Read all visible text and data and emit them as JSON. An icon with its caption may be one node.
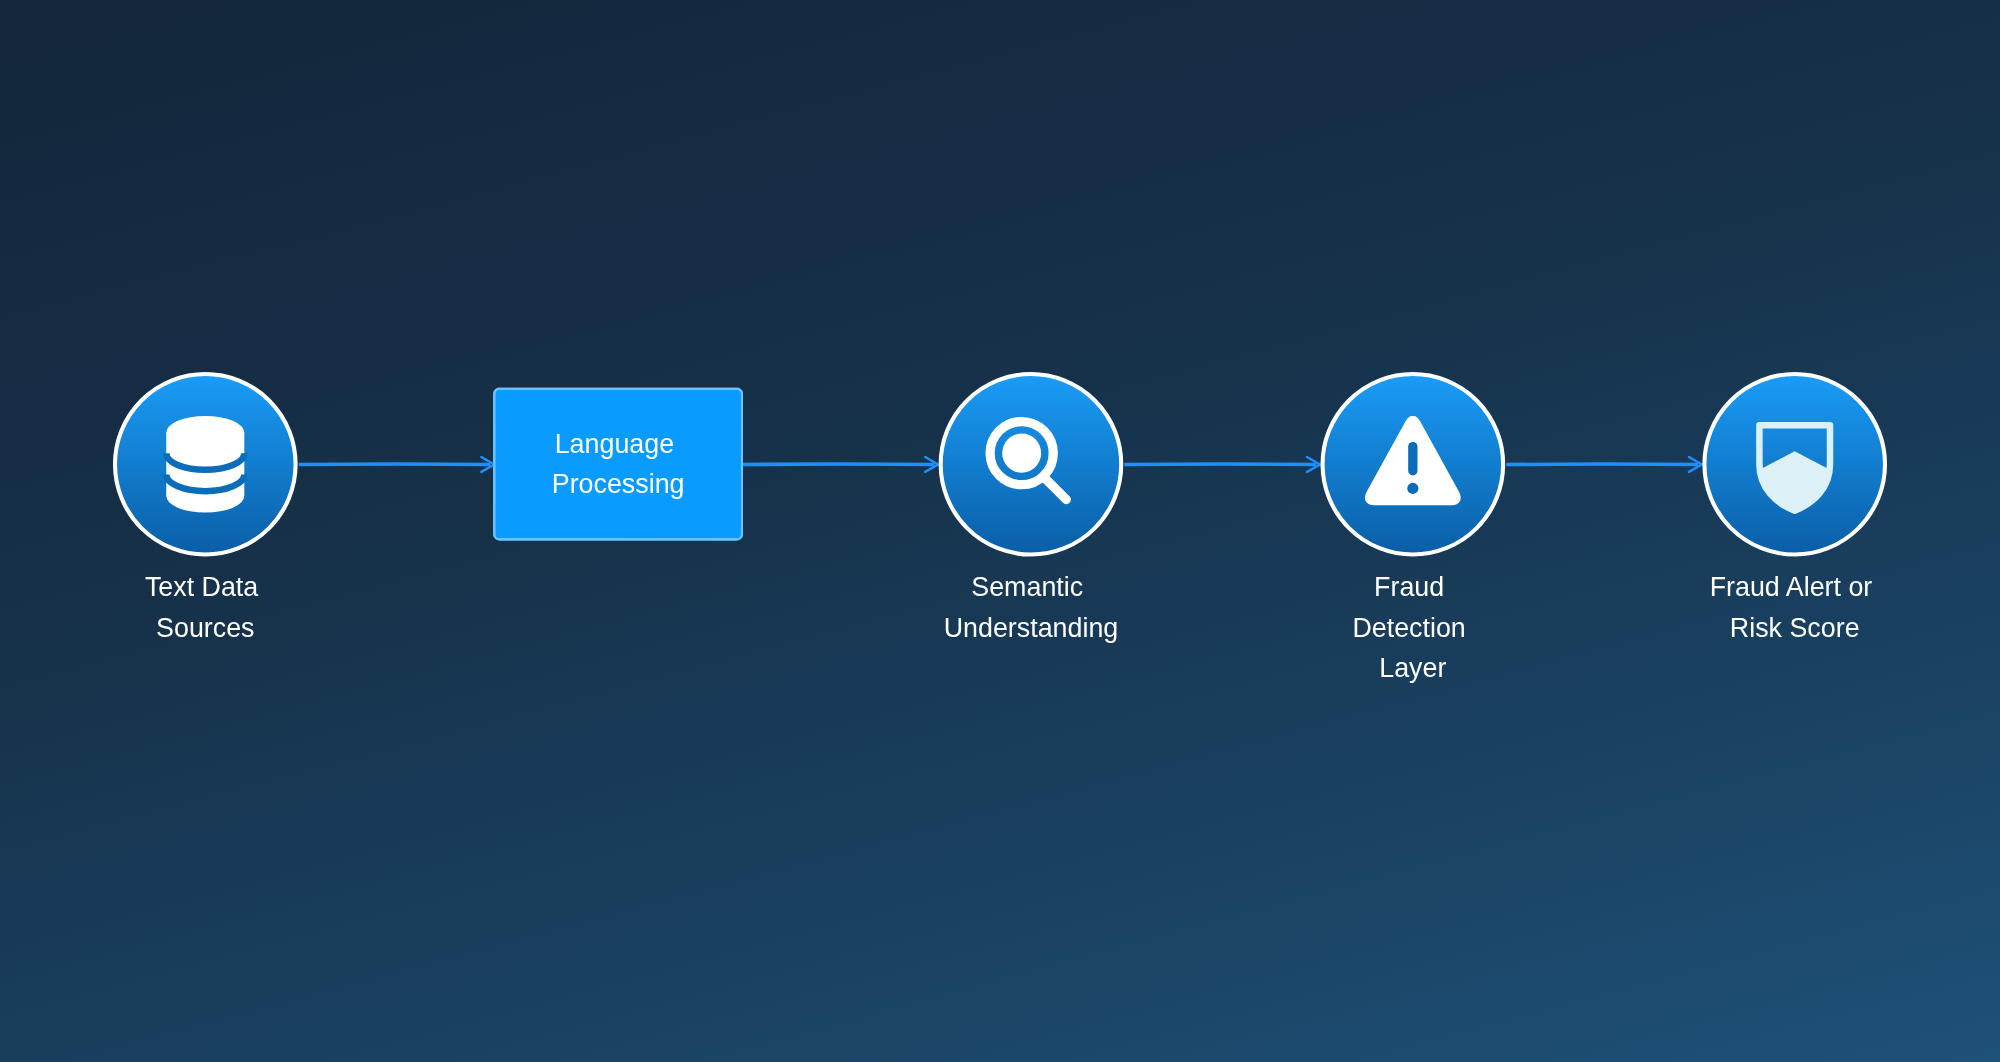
{
  "diagram": {
    "nodes": [
      {
        "text": [
          "Text Data Sources"
        ]
      },
      {
        "text": [
          "Language Processing"
        ]
      },
      {
        "text": [
          "Semantic Understanding"
        ]
      },
      {
        "text": [
          "Fraud Detection Layer"
        ]
      },
      {
        "text": [
          "Fraud Alert or Risk Score"
        ]
      }
    ],
    "edges": [
      {
        "from": 0,
        "to": 1,
        "arrow": "to"
      },
      {
        "from": 1,
        "to": 2,
        "arrow": "to"
      },
      {
        "from": 2,
        "to": 3,
        "arrow": "to"
      },
      {
        "from": 3,
        "to": 4,
        "arrow": "to"
      }
    ]
  }
}
